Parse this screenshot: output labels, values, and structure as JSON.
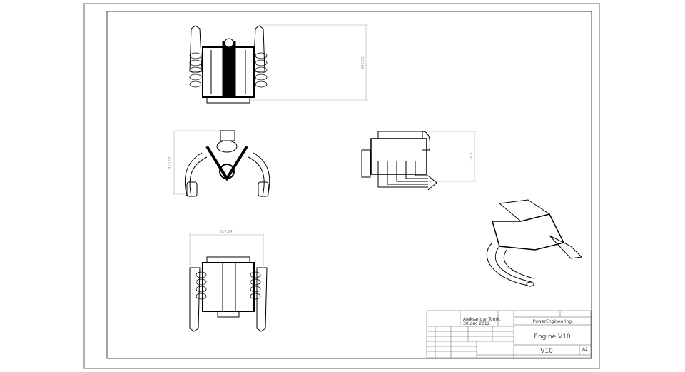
{
  "drawing": {
    "views": {
      "top": {
        "dimension": "840,71"
      },
      "front": {
        "dimension": "350,17"
      },
      "side": {
        "dimension": "376,01"
      },
      "bottom": {
        "dimension": "517,24"
      },
      "isometric": {}
    },
    "title_block": {
      "author": "Aleksandar Tomic",
      "date": "30.dec 2012",
      "company": "PowerEngineering",
      "title": "Engine V10",
      "drawing_number": "V10",
      "sheet_size": "A2"
    },
    "colors": {
      "line": "#000000",
      "frame": "#888888",
      "dimension": "#999999"
    }
  }
}
